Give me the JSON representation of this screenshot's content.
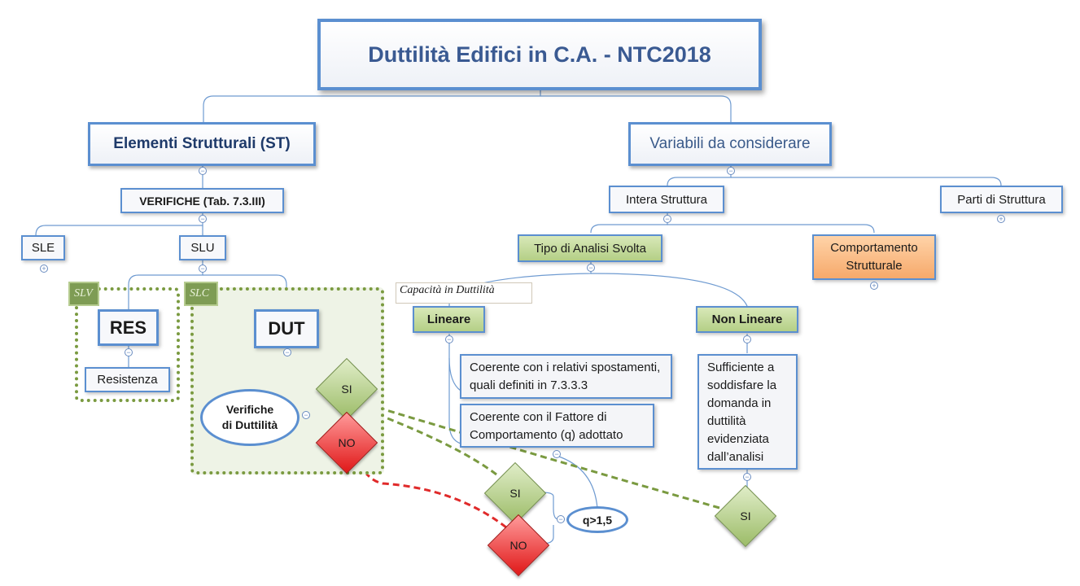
{
  "title": "Duttilità Edifici in C.A. - NTC2018",
  "elementi": {
    "label": "Elementi Strutturali (ST)",
    "verifiche": "VERIFICHE  (Tab. 7.3.III)",
    "sle": "SLE",
    "slu": "SLU",
    "slv_tag": "SLV",
    "slc_tag": "SLC",
    "res": "RES",
    "resistenza": "Resistenza",
    "dut": "DUT",
    "verifiche_duttilita": [
      "Verifiche",
      "di Duttilità"
    ],
    "si": "SI",
    "no": "NO"
  },
  "variabili": {
    "label": "Variabili da considerare",
    "intera": "Intera Struttura",
    "parti": "Parti di Struttura",
    "tipo_analisi": "Tipo di Analisi Svolta",
    "comportamento": [
      "Comportamento",
      "Strutturale"
    ],
    "capacita": "Capacità in Duttilità",
    "lineare": "Lineare",
    "non_lineare": "Non Lineare",
    "coerente1": [
      "Coerente con i relativi spostamenti,",
      "quali definiti in 7.3.3.3"
    ],
    "coerente2": [
      "Coerente con il Fattore di",
      "Comportamento (q) adottato"
    ],
    "sufficiente": [
      "Sufficiente a",
      "soddisfare la",
      "domanda in",
      "duttilità",
      "evidenziata",
      "dall’analisi"
    ],
    "q_cond": "q>1,5",
    "si_q": "SI",
    "no_q": "NO",
    "si_nl": "SI"
  },
  "colors": {
    "border_blue": "#5b8fd0",
    "line_blue": "#6f9bd1",
    "green_dash": "#7a9a40",
    "red_dash": "#e02a2a",
    "slc_fill": "#eef3e6"
  }
}
